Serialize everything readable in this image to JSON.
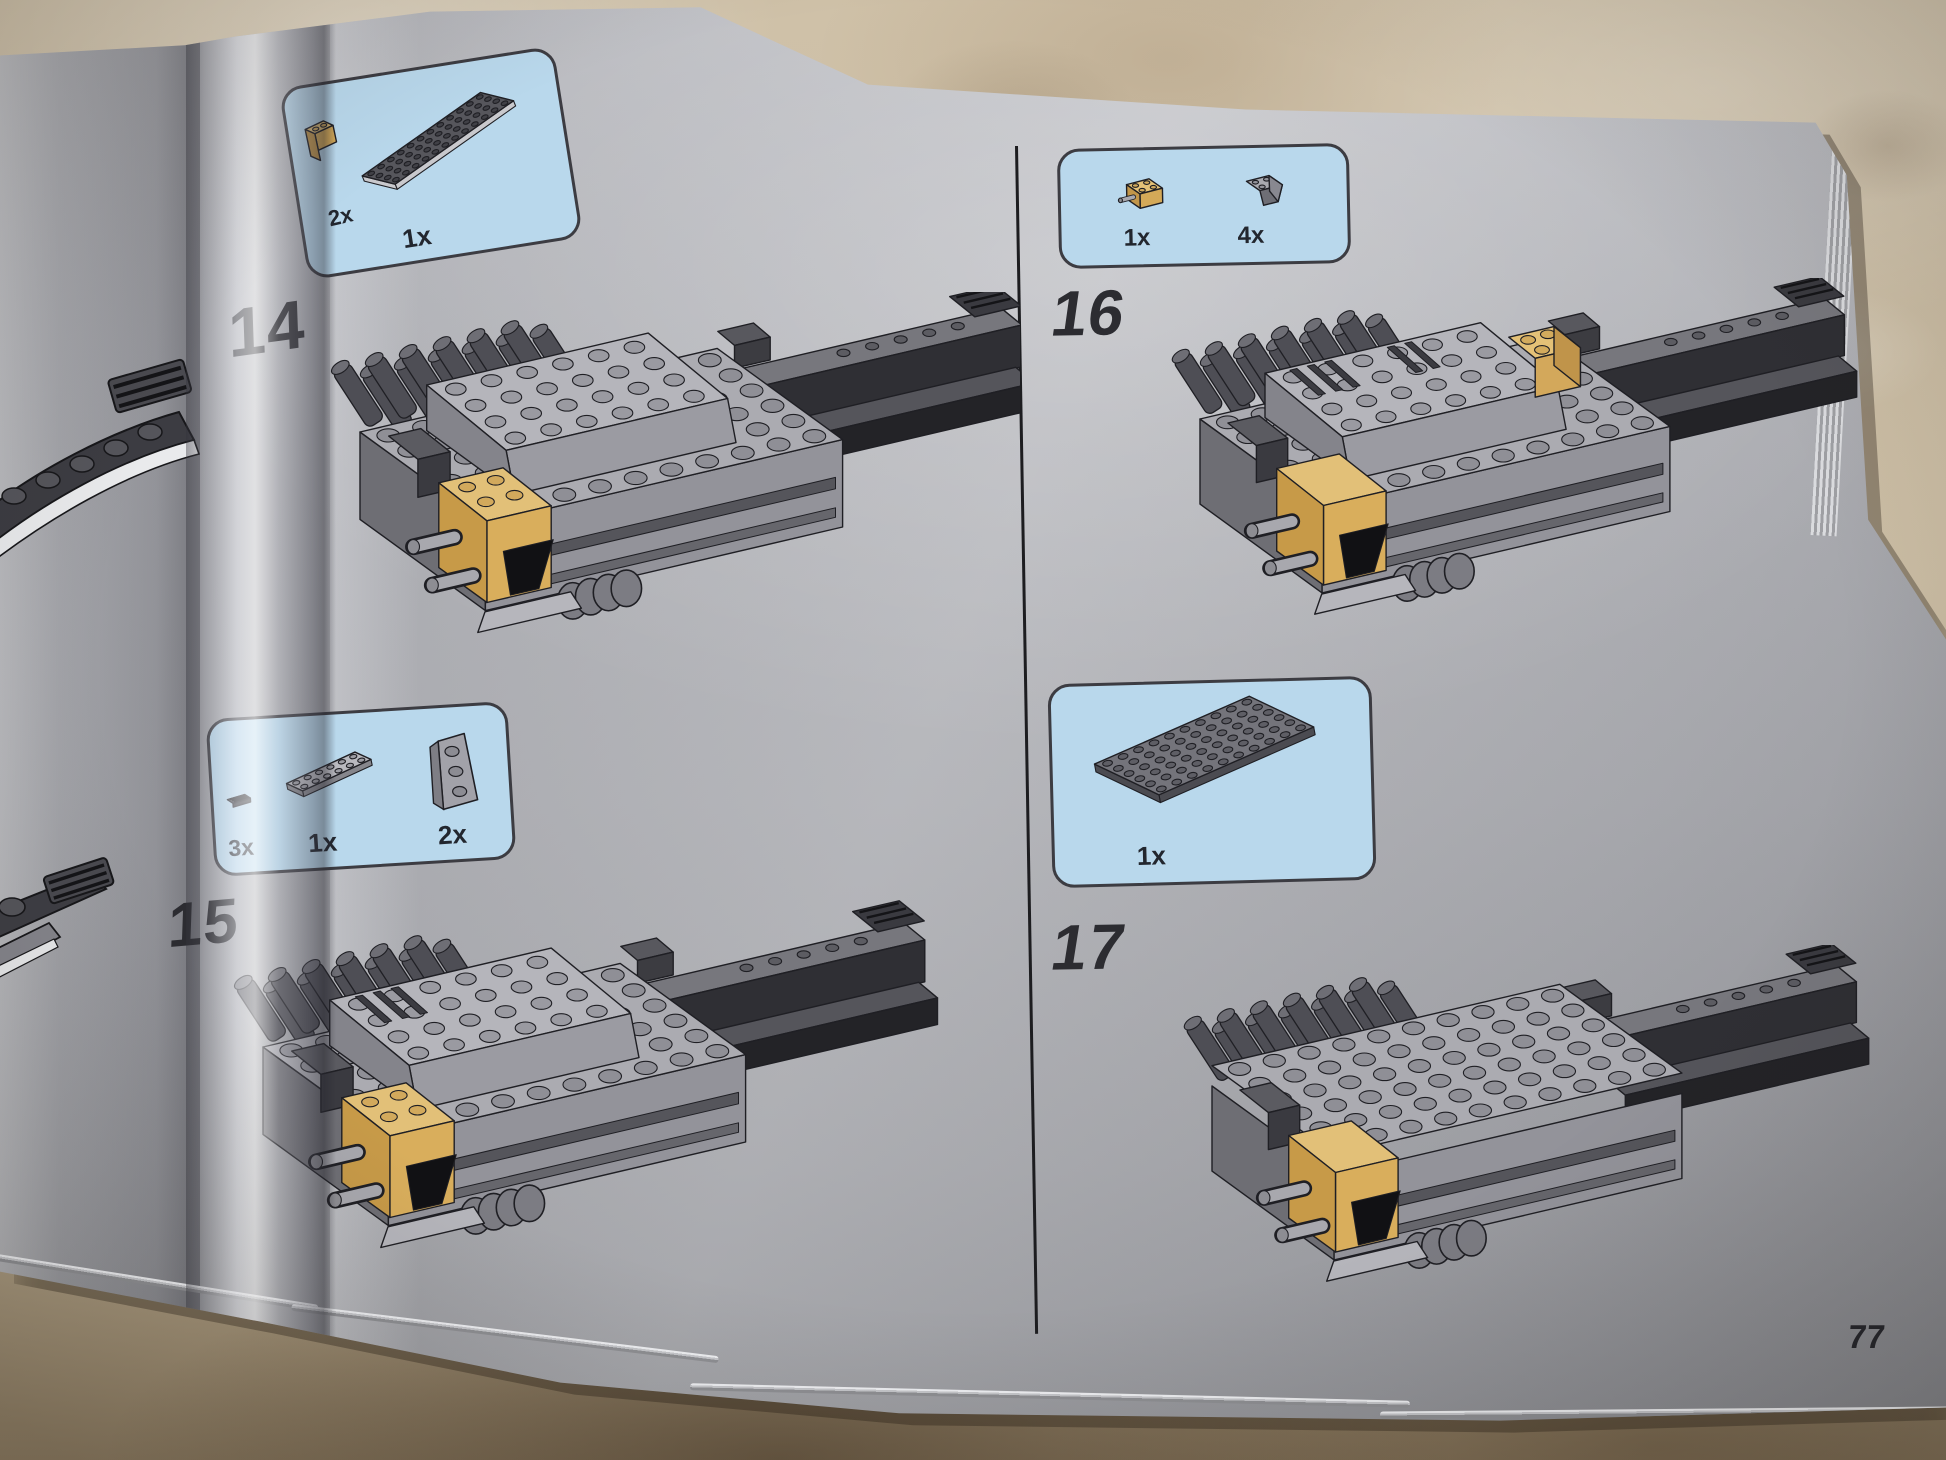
{
  "page": {
    "number": "77"
  },
  "steps": [
    {
      "label": "14",
      "parts": [
        {
          "count": "2x",
          "piece": "tan-bracket-1x2"
        },
        {
          "count": "1x",
          "piece": "dark-gray-curved-plate-4x12"
        }
      ]
    },
    {
      "label": "15",
      "parts": [
        {
          "count": "3x",
          "piece": "dark-grille-1x2"
        },
        {
          "count": "1x",
          "piece": "gray-plate-2x6"
        },
        {
          "count": "2x",
          "piece": "gray-wedge-plate"
        }
      ]
    },
    {
      "label": "16",
      "parts": [
        {
          "count": "1x",
          "piece": "tan-pin-brick-2x2"
        },
        {
          "count": "4x",
          "piece": "gray-inverted-slope-2x2"
        }
      ]
    },
    {
      "label": "17",
      "parts": [
        {
          "count": "1x",
          "piece": "dark-gray-plate-6x10"
        }
      ]
    }
  ],
  "colors": {
    "callout_bg": "#b9d8ec",
    "page_gray": "#aeafb4",
    "table_tan": "#cbbda4",
    "ink": "#2c2c31",
    "tan_brick": "#ddb76f",
    "dark_brick": "#4a4a4f",
    "light_brick": "#ababb0"
  }
}
